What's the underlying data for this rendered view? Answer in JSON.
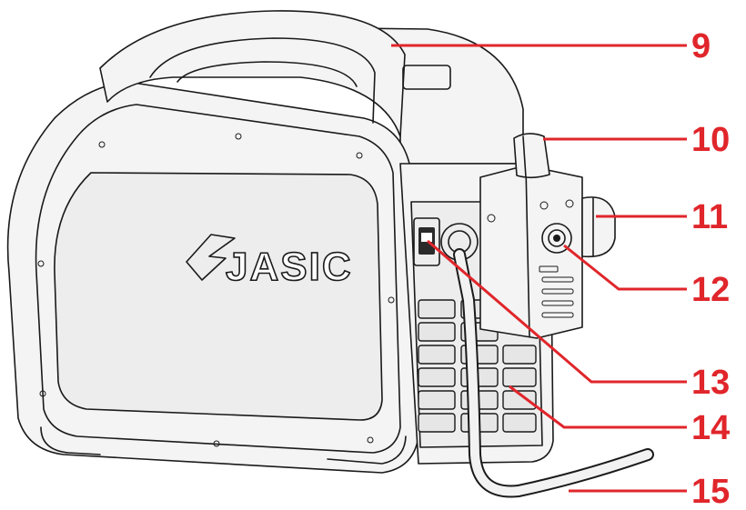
{
  "brand_logo": "JASIC",
  "callouts": [
    {
      "number": "9",
      "target": "carry-handle"
    },
    {
      "number": "10",
      "target": "gas-inlet-connector"
    },
    {
      "number": "11",
      "target": "side-knob"
    },
    {
      "number": "12",
      "target": "rear-socket-connector"
    },
    {
      "number": "13",
      "target": "power-switch"
    },
    {
      "number": "14",
      "target": "cooling-grille"
    },
    {
      "number": "15",
      "target": "mains-power-cable"
    }
  ],
  "colors": {
    "callout": "#e0262b",
    "outline": "#1a1a1a",
    "body": "#f4f4f4"
  }
}
